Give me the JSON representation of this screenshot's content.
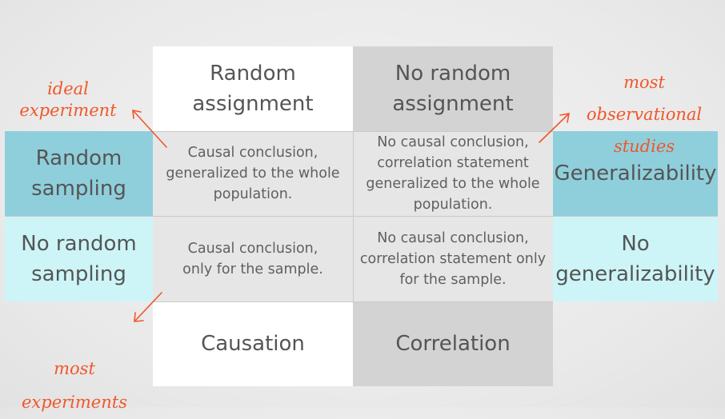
{
  "columns": {
    "random_assignment": "Random\nassignment",
    "no_random_assignment": "No random\nassignment"
  },
  "rows": {
    "random_sampling": "Random\nsampling",
    "no_random_sampling": "No random\nsampling"
  },
  "cells": {
    "rs_ra": "Causal conclusion,\ngeneralized to the whole\npopulation.",
    "rs_nra": "No causal conclusion,\ncorrelation statement\ngeneralized to the whole\npopulation.",
    "nrs_ra": "Causal conclusion,\nonly for the sample.",
    "nrs_nra": "No causal conclusion,\ncorrelation statement only\nfor the sample."
  },
  "right_labels": {
    "generalizability": "Generalizability",
    "no_generalizability": "No\ngeneralizability"
  },
  "bottom_labels": {
    "causation": "Causation",
    "correlation": "Correlation"
  },
  "annotations": {
    "ideal_experiment": "ideal\nexperiment",
    "most_observational_studies": "most\nobservational\nstudies",
    "most_experiments": "most\nexperiments"
  },
  "colors": {
    "annotation": "#f0572a",
    "teal": "#8fcfdc",
    "cyan": "#cdf5f8",
    "gray": "#d3d3d3"
  }
}
